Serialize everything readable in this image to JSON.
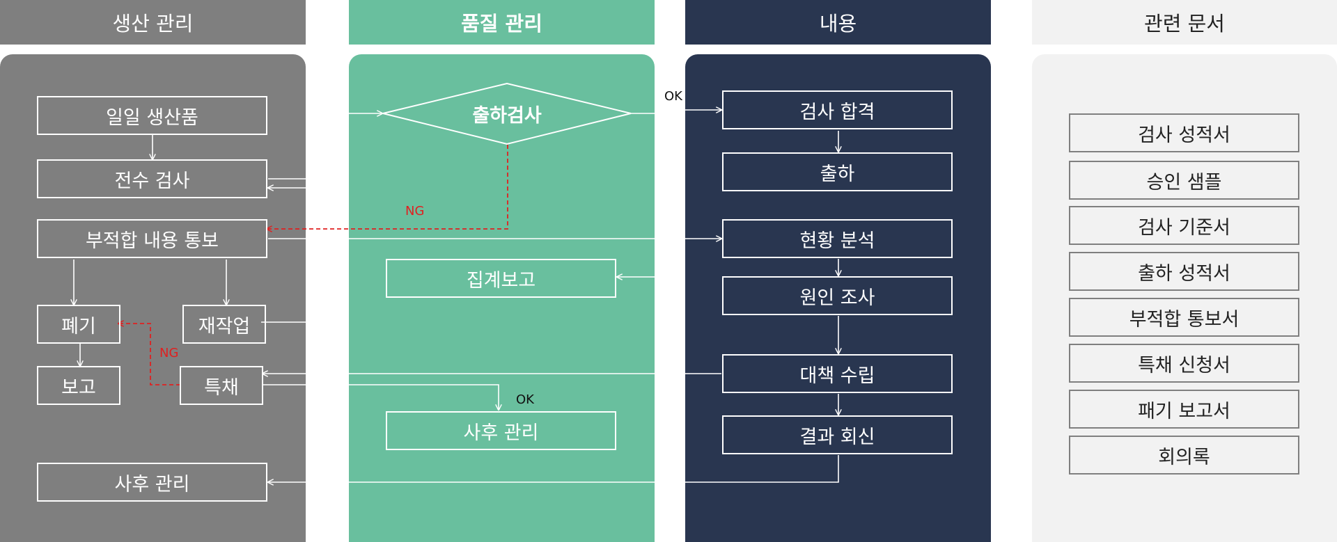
{
  "colors": {
    "production": "#7f7f7f",
    "quality": "#69bf9e",
    "content": "#293650",
    "documents": "#f2f2f2",
    "ng": "#e02020"
  },
  "headers": {
    "production": "생산 관리",
    "quality": "품질 관리",
    "content": "내용",
    "documents": "관련 문서"
  },
  "production": {
    "daily_product": "일일 생산품",
    "full_inspection": "전수 검사",
    "nonconformity_notice": "부적합 내용 통보",
    "disposal": "폐기",
    "rework": "재작업",
    "report": "보고",
    "special_acceptance": "특채",
    "follow_up": "사후 관리"
  },
  "quality": {
    "shipping_inspection": "출하검사",
    "summary_report": "집계보고",
    "follow_up": "사후 관리"
  },
  "content": {
    "inspection_pass": "검사 합격",
    "shipping": "출하",
    "status_analysis": "현황 분석",
    "cause_investigation": "원인 조사",
    "countermeasure": "대책 수립",
    "result_reply": "결과 회신"
  },
  "documents": [
    "검사 성적서",
    "승인 샘플",
    "검사 기준서",
    "출하 성적서",
    "부적합 통보서",
    "특채 신청서",
    "패기 보고서",
    "회의록"
  ],
  "labels": {
    "ok_top": "OK",
    "ng_top": "NG",
    "ng_left": "NG",
    "ok_bottom": "OK"
  }
}
